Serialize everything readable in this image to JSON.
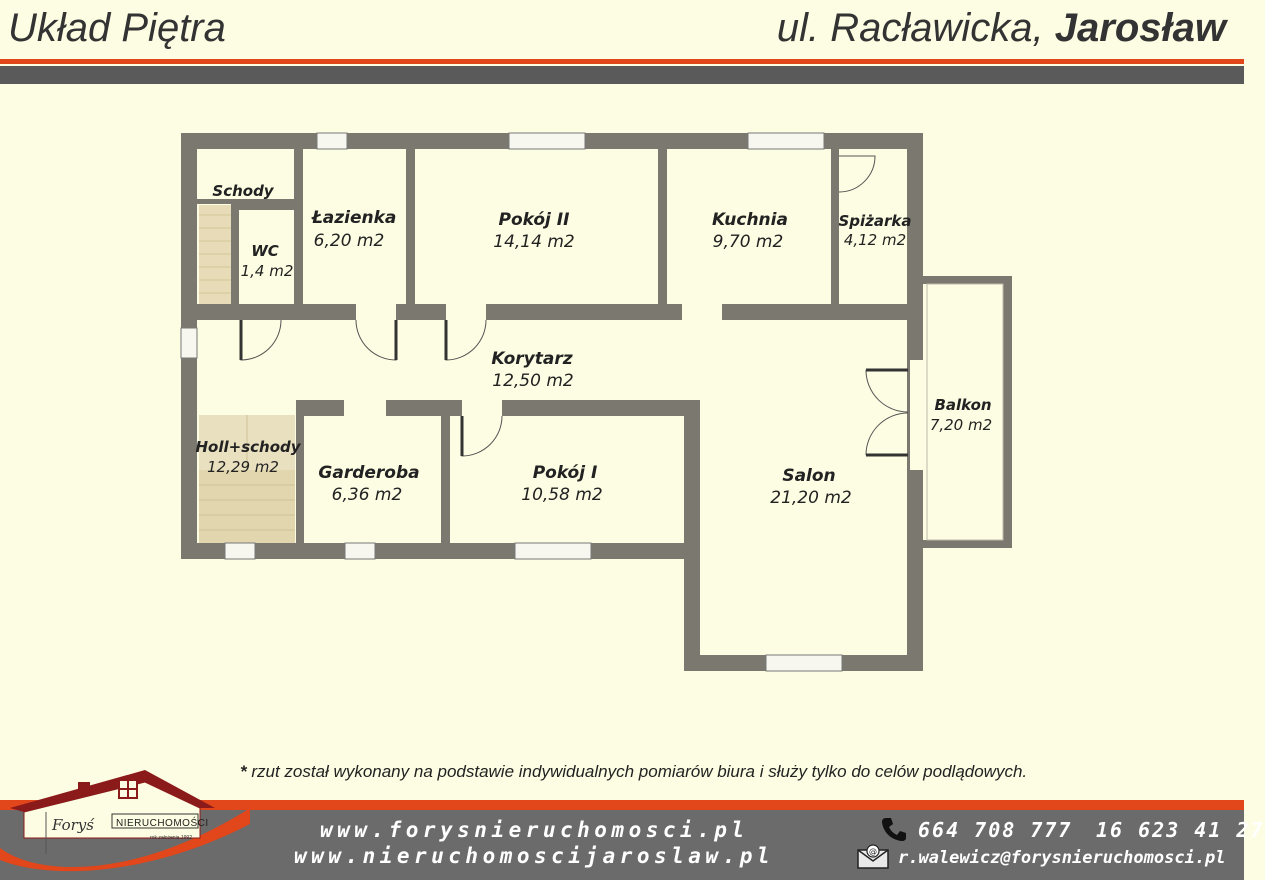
{
  "header": {
    "title": "Układ Piętra",
    "address_street": "ul. Racławicka,",
    "address_city": "Jarosław"
  },
  "rooms": [
    {
      "name": "Schody",
      "area": ""
    },
    {
      "name": "WC",
      "area": "1,4 m2"
    },
    {
      "name": "Łazienka",
      "area": "6,20 m2"
    },
    {
      "name": "Pokój II",
      "area": "14,14 m2"
    },
    {
      "name": "Kuchnia",
      "area": "9,70 m2"
    },
    {
      "name": "Spiżarka",
      "area": "4,12 m2"
    },
    {
      "name": "Korytarz",
      "area": "12,50 m2"
    },
    {
      "name": "Balkon",
      "area": "7,20 m2"
    },
    {
      "name": "Holl+schody",
      "area": "12,29 m2"
    },
    {
      "name": "Garderoba",
      "area": "6,36 m2"
    },
    {
      "name": "Pokój I",
      "area": "10,58 m2"
    },
    {
      "name": "Salon",
      "area": "21,20 m2"
    }
  ],
  "note": {
    "asterisk": "*",
    "text": " rzut został wykonany na podstawie indywidualnych pomiarów biura i służy tylko do celów podlądowych."
  },
  "footer": {
    "website1": "www.forysnieruchomosci.pl",
    "website2": "www.nieruchomoscijaroslaw.pl",
    "phone1": "664 708 777",
    "phone2": "16 623 41 27",
    "email": "r.walewicz@forysnieruchomosci.pl"
  },
  "logo": {
    "name": "Foryś",
    "brand": "NIERUCHOMOŚCI",
    "since": "rok założenia 1992"
  },
  "colors": {
    "background": "#fdfde3",
    "wall": "#7b786f",
    "accent": "#e2461b",
    "footer_gray": "#6b6b6b",
    "roof": "#8b1a1a"
  }
}
